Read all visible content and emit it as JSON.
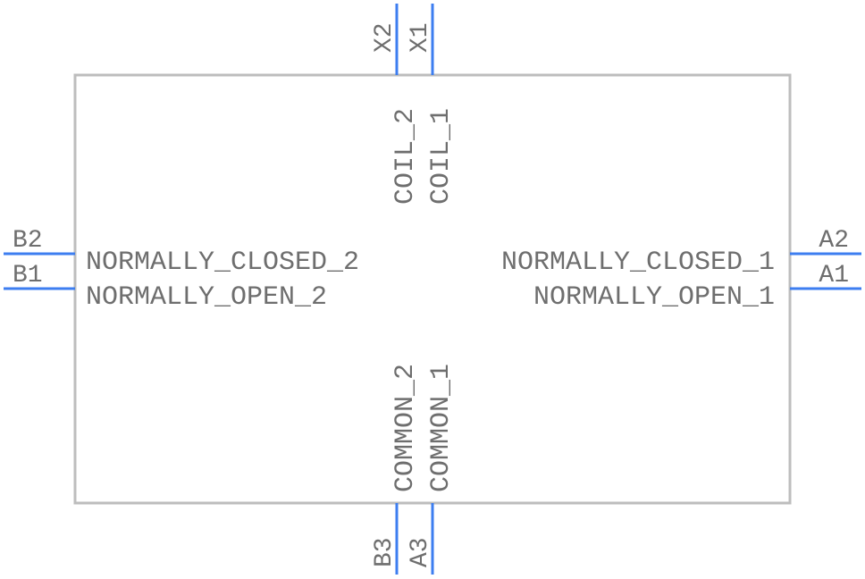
{
  "component": {
    "pins": {
      "x2": {
        "number": "X2",
        "name": "COIL_2"
      },
      "x1": {
        "number": "X1",
        "name": "COIL_1"
      },
      "b2": {
        "number": "B2",
        "name": "NORMALLY_CLOSED_2"
      },
      "b1": {
        "number": "B1",
        "name": "NORMALLY_OPEN_2"
      },
      "a2": {
        "number": "A2",
        "name": "NORMALLY_CLOSED_1"
      },
      "a1": {
        "number": "A1",
        "name": "NORMALLY_OPEN_1"
      },
      "b3": {
        "number": "B3",
        "name": "COMMON_2"
      },
      "a3": {
        "number": "A3",
        "name": "COMMON_1"
      }
    }
  },
  "colors": {
    "body_outline": "#bdbdbd",
    "pin_line": "#3d7ef0",
    "text": "#6e6e6e"
  }
}
